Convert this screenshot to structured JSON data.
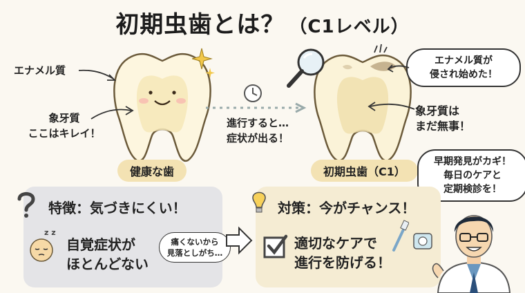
{
  "title": {
    "main": "初期虫歯とは？",
    "level": "（C1レベル）"
  },
  "healthy": {
    "enamel_label": "エナメル質",
    "dentin_label_1": "象牙質",
    "dentin_label_2": "ここはキレイ！",
    "caption": "健康な歯"
  },
  "progress": {
    "line1": "進行すると…",
    "line2": "症状が出る！"
  },
  "early": {
    "enamel_bubble_1": "エナメル質が",
    "enamel_bubble_2": "侵され始めた！",
    "dentin_label_1": "象牙質は",
    "dentin_label_2": "まだ無事！",
    "caption": "初期虫歯（C1）"
  },
  "features": {
    "title": "特徴：気づきにくい！",
    "symptom_1": "自覚症状が",
    "symptom_2": "ほとんどない",
    "note_1": "痛くないから",
    "note_2": "見落としがち…"
  },
  "measures": {
    "title": "対策：今がチャンス！",
    "action_1": "適切なケアで",
    "action_2": "進行を防げる！"
  },
  "doctor_bubble": {
    "line1": "早期発見がカギ！",
    "line2": "毎日のケアと",
    "line3": "定期検診を！"
  },
  "colors": {
    "tooth_fill": "#fdf6df",
    "tooth_core": "#f6e7b8",
    "caption_bg": "#f3e2b3",
    "feature_panel": "#e4e4e7",
    "measure_panel": "#f5ecd3"
  },
  "icons": [
    "sparkle-icon",
    "magnifier-icon",
    "clock-icon",
    "question-icon",
    "sleep-icon",
    "lightbulb-icon",
    "checkbox-icon",
    "toothbrush-icon",
    "floss-icon",
    "arrow-right-icon"
  ]
}
